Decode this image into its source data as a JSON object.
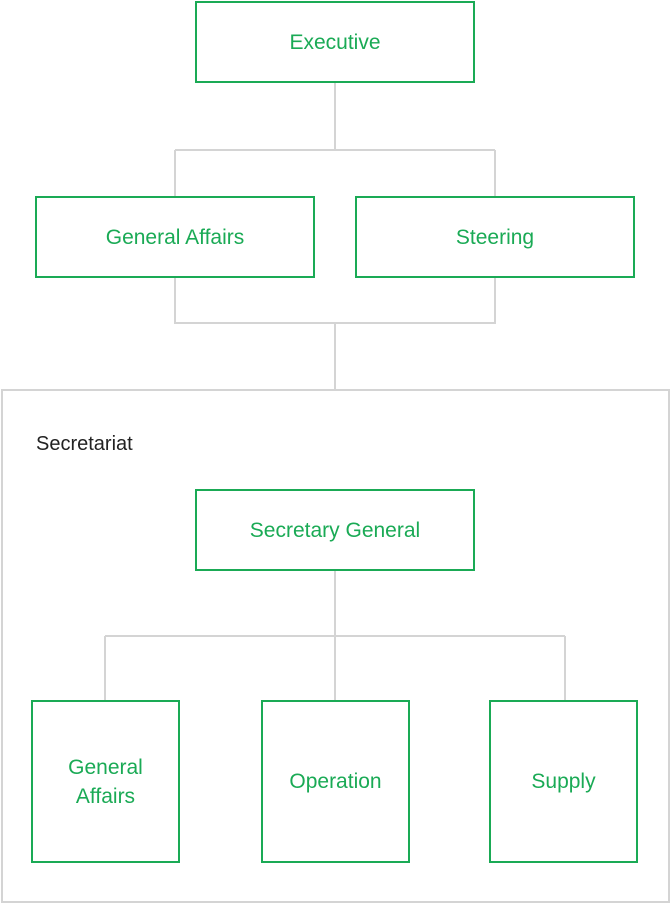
{
  "colors": {
    "node_border": "#1aaa55",
    "node_text": "#1aaa55",
    "connector": "#d4d4d4",
    "group_border": "#d4d4d4",
    "group_label": "#222222"
  },
  "nodes": {
    "executive": "Executive",
    "general_affairs": "General Affairs",
    "steering": "Steering",
    "secretary_general": "Secretary General",
    "secretariat_general_affairs": "General Affairs",
    "operation": "Operation",
    "supply": "Supply"
  },
  "secretariat": {
    "label": "Secretariat"
  }
}
